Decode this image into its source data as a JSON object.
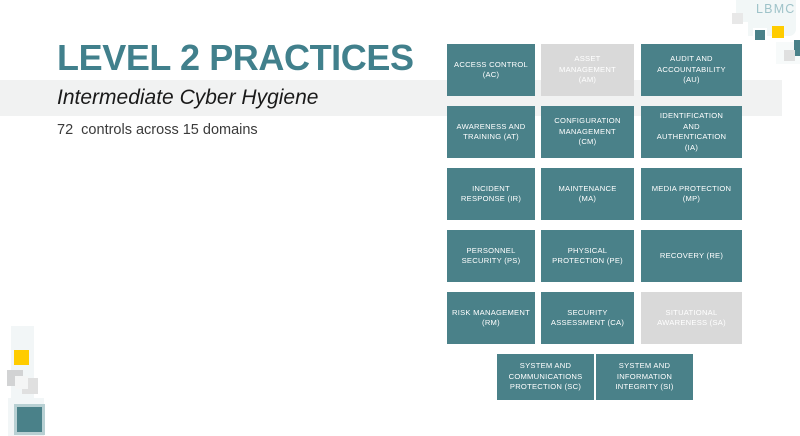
{
  "slide": {
    "title": "LEVEL 2 PRACTICES",
    "subtitle": "Intermediate Cyber Hygiene",
    "body_line": "72  controls across 15 domains"
  },
  "logo": {
    "text": "LBMC",
    "accent_teal": "#4a8189",
    "accent_gold": "#ffcc00",
    "accent_grey": "#d9d9d9"
  },
  "theme": {
    "title_color": "#41808c",
    "tile_color": "#4a8189",
    "tile_muted_color": "#d9d9d9",
    "band_color": "#f1f2f2"
  },
  "grid": {
    "columns": 3,
    "tiles": [
      {
        "label": "ACCESS CONTROL (AC)",
        "lines": [
          "ACCESS CONTROL",
          "(AC)"
        ],
        "state": "active",
        "col": 1,
        "row": 1
      },
      {
        "label": "ASSET MANAGEMENT (AM)",
        "lines": [
          "ASSET",
          "MANAGEMENT",
          "(AM)"
        ],
        "state": "muted",
        "col": 2,
        "row": 1
      },
      {
        "label": "AUDIT AND ACCOUNTABILITY (AU)",
        "lines": [
          "AUDIT AND",
          "ACCOUNTABILITY",
          "(AU)"
        ],
        "state": "active",
        "col": 3,
        "row": 1
      },
      {
        "label": "AWARENESS AND TRAINING (AT)",
        "lines": [
          "AWARENESS AND",
          "TRAINING (AT)"
        ],
        "state": "active",
        "col": 1,
        "row": 2
      },
      {
        "label": "CONFIGURATION MANAGEMENT (CM)",
        "lines": [
          "CONFIGURATION",
          "MANAGEMENT",
          "(CM)"
        ],
        "state": "active",
        "col": 2,
        "row": 2
      },
      {
        "label": "IDENTIFICATION AND AUTHENTICATION (IA)",
        "lines": [
          "IDENTIFICATION",
          "AND",
          "AUTHENTICATION",
          "(IA)"
        ],
        "state": "active",
        "col": 3,
        "row": 2
      },
      {
        "label": "INCIDENT RESPONSE (IR)",
        "lines": [
          "INCIDENT",
          "RESPONSE (IR)"
        ],
        "state": "active",
        "col": 1,
        "row": 3
      },
      {
        "label": "MAINTENANCE (MA)",
        "lines": [
          "MAINTENANCE",
          "(MA)"
        ],
        "state": "active",
        "col": 2,
        "row": 3
      },
      {
        "label": "MEDIA PROTECTION (MP)",
        "lines": [
          "MEDIA PROTECTION",
          "(MP)"
        ],
        "state": "active",
        "col": 3,
        "row": 3
      },
      {
        "label": "PERSONNEL SECURITY (PS)",
        "lines": [
          "PERSONNEL",
          "SECURITY (PS)"
        ],
        "state": "active",
        "col": 1,
        "row": 4
      },
      {
        "label": "PHYSICAL PROTECTION (PE)",
        "lines": [
          "PHYSICAL",
          "PROTECTION (PE)"
        ],
        "state": "active",
        "col": 2,
        "row": 4
      },
      {
        "label": "RECOVERY (RE)",
        "lines": [
          "RECOVERY (RE)"
        ],
        "state": "active",
        "col": 3,
        "row": 4
      },
      {
        "label": "RISK MANAGEMENT (RM)",
        "lines": [
          "RISK MANAGEMENT",
          "(RM)"
        ],
        "state": "active",
        "col": 1,
        "row": 5
      },
      {
        "label": "SECURITY ASSESSMENT (CA)",
        "lines": [
          "SECURITY",
          "ASSESSMENT (CA)"
        ],
        "state": "active",
        "col": 2,
        "row": 5
      },
      {
        "label": "SITUATIONAL AWARENESS (SA)",
        "lines": [
          "SITUATIONAL",
          "AWARENESS (SA)"
        ],
        "state": "muted",
        "col": 3,
        "row": 5
      },
      {
        "label": "SYSTEM AND COMMUNICATIONS PROTECTION (SC)",
        "lines": [
          "SYSTEM AND",
          "COMMUNICATIONS",
          "PROTECTION (SC)"
        ],
        "state": "active",
        "col": 1,
        "row": 6
      },
      {
        "label": "SYSTEM AND INFORMATION INTEGRITY (SI)",
        "lines": [
          "SYSTEM AND",
          "INFORMATION",
          "INTEGRITY (SI)"
        ],
        "state": "active",
        "col": 2,
        "row": 6
      }
    ]
  }
}
